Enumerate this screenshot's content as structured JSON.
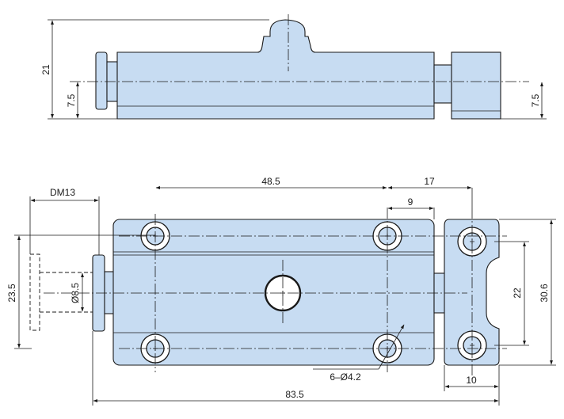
{
  "drawing": {
    "top_view": {
      "dim_height": "21",
      "dim_left_offset": "7.5",
      "dim_right_offset": "7.5"
    },
    "front_view": {
      "dim_hole_spacing_h": "48.5",
      "dim_overall_length": "83.5",
      "dim_keeper_offset": "17",
      "dim_keeper_center": "9",
      "dim_keeper_width": "10",
      "dim_keeper_hole_spacing": "22",
      "dim_keeper_height": "30.6",
      "dim_bolt_diameter": "Ø8.5",
      "dim_bolt_travel": "23.5",
      "dim_knob_label": "DM13",
      "dim_holes_note": "6–Ø4.2"
    },
    "colors": {
      "part_fill": "#c7dcf2",
      "line": "#1a1a1a",
      "background": "#ffffff"
    }
  }
}
